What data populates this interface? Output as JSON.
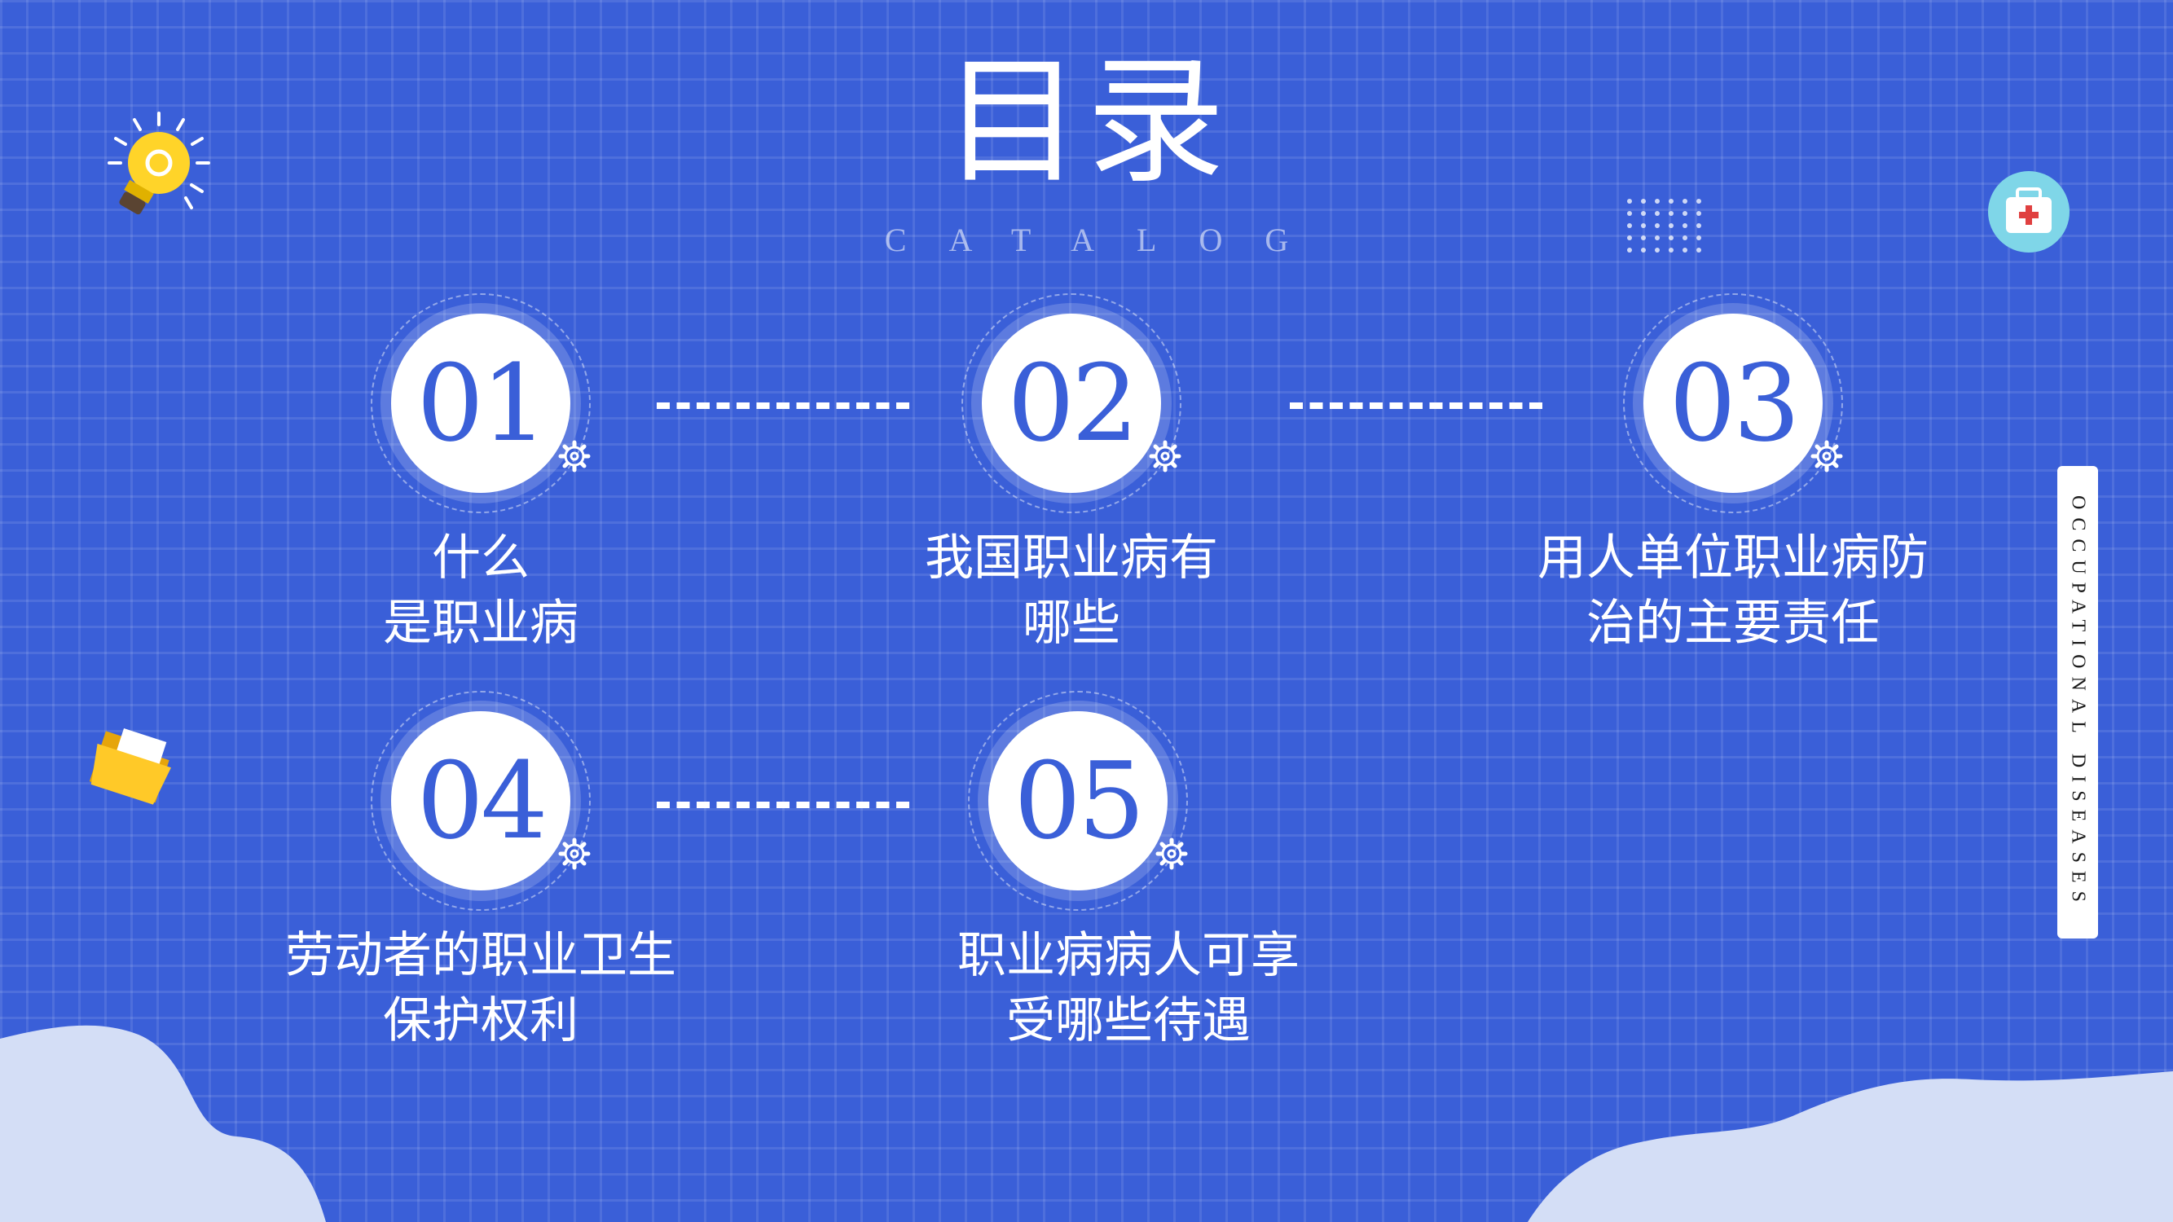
{
  "title": "目录",
  "subtitle": "CATALOG",
  "side_text": "OCCUPATIONAL DISEASES",
  "items": [
    {
      "number": "01",
      "label_line1": "什么",
      "label_line2": "是职业病"
    },
    {
      "number": "02",
      "label_line1": "我国职业病有",
      "label_line2": "哪些"
    },
    {
      "number": "03",
      "label_line1": "用人单位职业病防",
      "label_line2": "治的主要责任"
    },
    {
      "number": "04",
      "label_line1": "劳动者的职业卫生",
      "label_line2": "保护权利"
    },
    {
      "number": "05",
      "label_line1": "职业病病人可享",
      "label_line2": "受哪些待遇"
    }
  ],
  "icons": [
    "lightbulb-icon",
    "first-aid-kit-icon",
    "folder-icon",
    "gear-icon"
  ],
  "colors": {
    "background": "#3a5fd8",
    "number": "#3a5fd8",
    "text": "#ffffff",
    "wave": "#d4def6"
  }
}
